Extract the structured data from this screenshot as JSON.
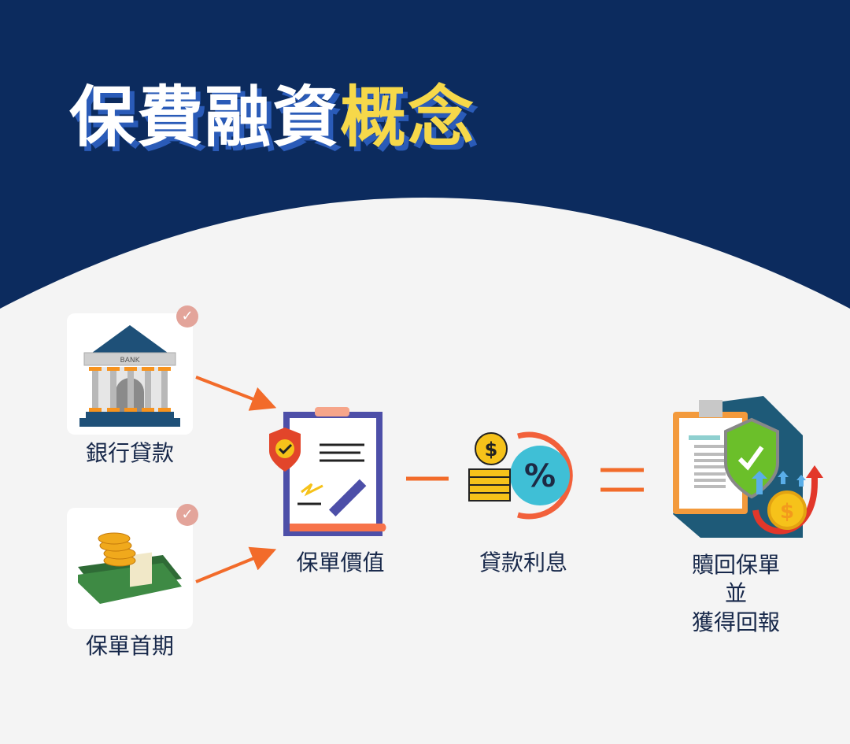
{
  "title": {
    "main": "保費融資",
    "highlight": "概念"
  },
  "inputs": [
    {
      "label": "銀行貸款",
      "icon": "bank-icon",
      "sign": "BANK",
      "checked": true
    },
    {
      "label": "保單首期",
      "icon": "money-stack-icon",
      "checked": true
    }
  ],
  "policy_value": {
    "label": "保單價值",
    "icon": "signed-contract-icon"
  },
  "loan_interest": {
    "label": "貸款利息",
    "icon": "coins-percent-icon"
  },
  "result": {
    "lines": [
      "贖回保單",
      "並",
      "獲得回報"
    ],
    "icon": "insured-returns-icon"
  },
  "colors": {
    "navy": "#0c2b5e",
    "accent": "#f6d84a",
    "arrow": "#f26b2a",
    "background": "#f4f4f4"
  }
}
